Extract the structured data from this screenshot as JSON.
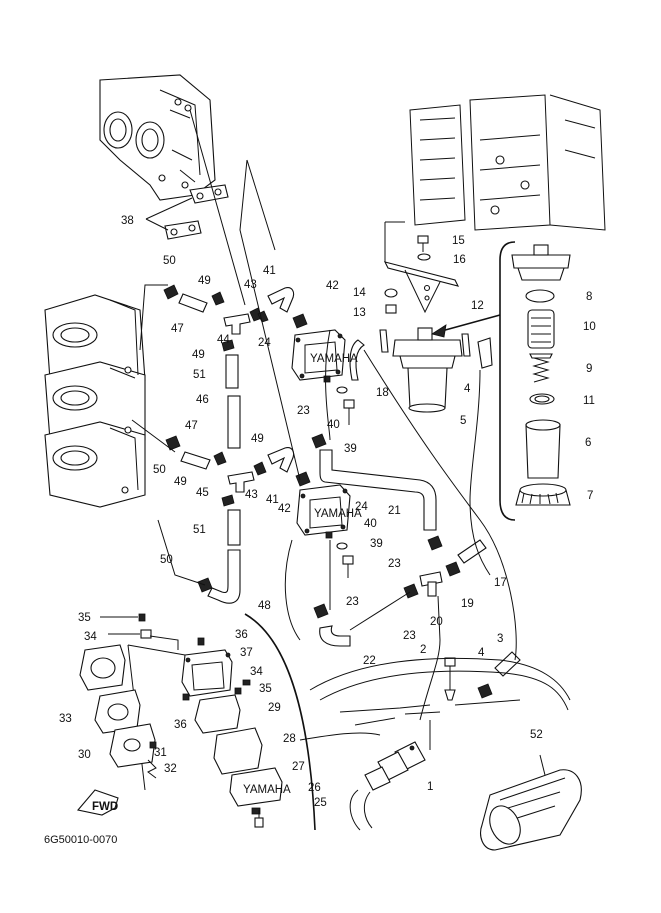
{
  "diagram_code": "6G50010-0070",
  "fwd_label": "FWD",
  "pump_brand": "YAMAHA",
  "callouts": [
    {
      "id": "c1",
      "text": "1"
    },
    {
      "id": "c2",
      "text": "2"
    },
    {
      "id": "c3",
      "text": "3"
    },
    {
      "id": "c4a",
      "text": "4"
    },
    {
      "id": "c4b",
      "text": "4"
    },
    {
      "id": "c5",
      "text": "5"
    },
    {
      "id": "c6",
      "text": "6"
    },
    {
      "id": "c7",
      "text": "7"
    },
    {
      "id": "c8",
      "text": "8"
    },
    {
      "id": "c9",
      "text": "9"
    },
    {
      "id": "c10",
      "text": "10"
    },
    {
      "id": "c11",
      "text": "11"
    },
    {
      "id": "c12",
      "text": "12"
    },
    {
      "id": "c13",
      "text": "13"
    },
    {
      "id": "c14",
      "text": "14"
    },
    {
      "id": "c15",
      "text": "15"
    },
    {
      "id": "c16",
      "text": "16"
    },
    {
      "id": "c17",
      "text": "17"
    },
    {
      "id": "c18",
      "text": "18"
    },
    {
      "id": "c19",
      "text": "19"
    },
    {
      "id": "c20",
      "text": "20"
    },
    {
      "id": "c21",
      "text": "21"
    },
    {
      "id": "c22",
      "text": "22"
    },
    {
      "id": "c23a",
      "text": "23"
    },
    {
      "id": "c23b",
      "text": "23"
    },
    {
      "id": "c23c",
      "text": "23"
    },
    {
      "id": "c23d",
      "text": "23"
    },
    {
      "id": "c24a",
      "text": "24"
    },
    {
      "id": "c24b",
      "text": "24"
    },
    {
      "id": "c25",
      "text": "25"
    },
    {
      "id": "c26",
      "text": "26"
    },
    {
      "id": "c27",
      "text": "27"
    },
    {
      "id": "c28",
      "text": "28"
    },
    {
      "id": "c29",
      "text": "29"
    },
    {
      "id": "c30",
      "text": "30"
    },
    {
      "id": "c31",
      "text": "31"
    },
    {
      "id": "c32",
      "text": "32"
    },
    {
      "id": "c33",
      "text": "33"
    },
    {
      "id": "c34a",
      "text": "34"
    },
    {
      "id": "c34b",
      "text": "34"
    },
    {
      "id": "c35a",
      "text": "35"
    },
    {
      "id": "c35b",
      "text": "35"
    },
    {
      "id": "c36a",
      "text": "36"
    },
    {
      "id": "c36b",
      "text": "36"
    },
    {
      "id": "c37",
      "text": "37"
    },
    {
      "id": "c38",
      "text": "38"
    },
    {
      "id": "c39a",
      "text": "39"
    },
    {
      "id": "c39b",
      "text": "39"
    },
    {
      "id": "c40a",
      "text": "40"
    },
    {
      "id": "c40b",
      "text": "40"
    },
    {
      "id": "c41a",
      "text": "41"
    },
    {
      "id": "c41b",
      "text": "41"
    },
    {
      "id": "c42a",
      "text": "42"
    },
    {
      "id": "c42b",
      "text": "42"
    },
    {
      "id": "c43a",
      "text": "43"
    },
    {
      "id": "c43b",
      "text": "43"
    },
    {
      "id": "c44",
      "text": "44"
    },
    {
      "id": "c45",
      "text": "45"
    },
    {
      "id": "c46",
      "text": "46"
    },
    {
      "id": "c47a",
      "text": "47"
    },
    {
      "id": "c47b",
      "text": "47"
    },
    {
      "id": "c48",
      "text": "48"
    },
    {
      "id": "c49a",
      "text": "49"
    },
    {
      "id": "c49b",
      "text": "49"
    },
    {
      "id": "c49c",
      "text": "49"
    },
    {
      "id": "c49d",
      "text": "49"
    },
    {
      "id": "c50a",
      "text": "50"
    },
    {
      "id": "c50b",
      "text": "50"
    },
    {
      "id": "c50c",
      "text": "50"
    },
    {
      "id": "c51a",
      "text": "51"
    },
    {
      "id": "c51b",
      "text": "51"
    },
    {
      "id": "c52",
      "text": "52"
    }
  ]
}
